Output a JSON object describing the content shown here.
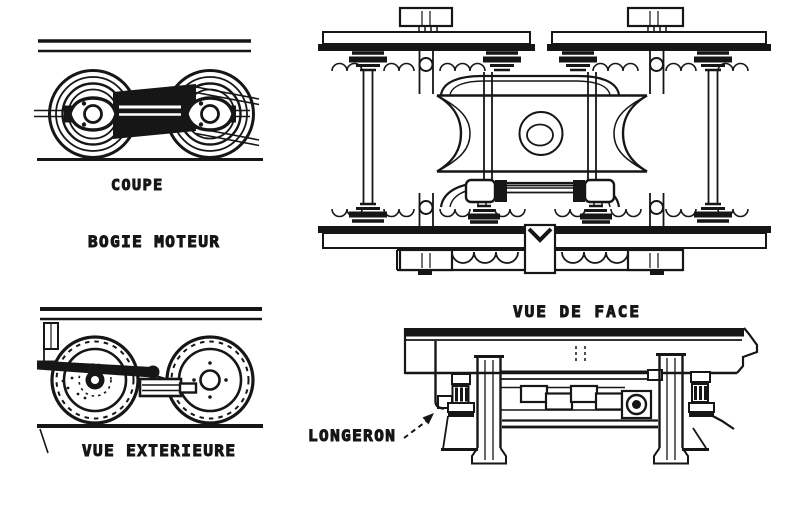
{
  "drawing": {
    "title": "BOGIE MOTEUR",
    "ink_color": "#161616",
    "background_color": "#ffffff",
    "labels": {
      "coupe": "COUPE",
      "bogie_moteur": "BOGIE MOTEUR",
      "vue_de_face": "VUE DE FACE",
      "longeron": "LONGERON",
      "vue_exterieure": "VUE EXTERIEURE"
    }
  }
}
